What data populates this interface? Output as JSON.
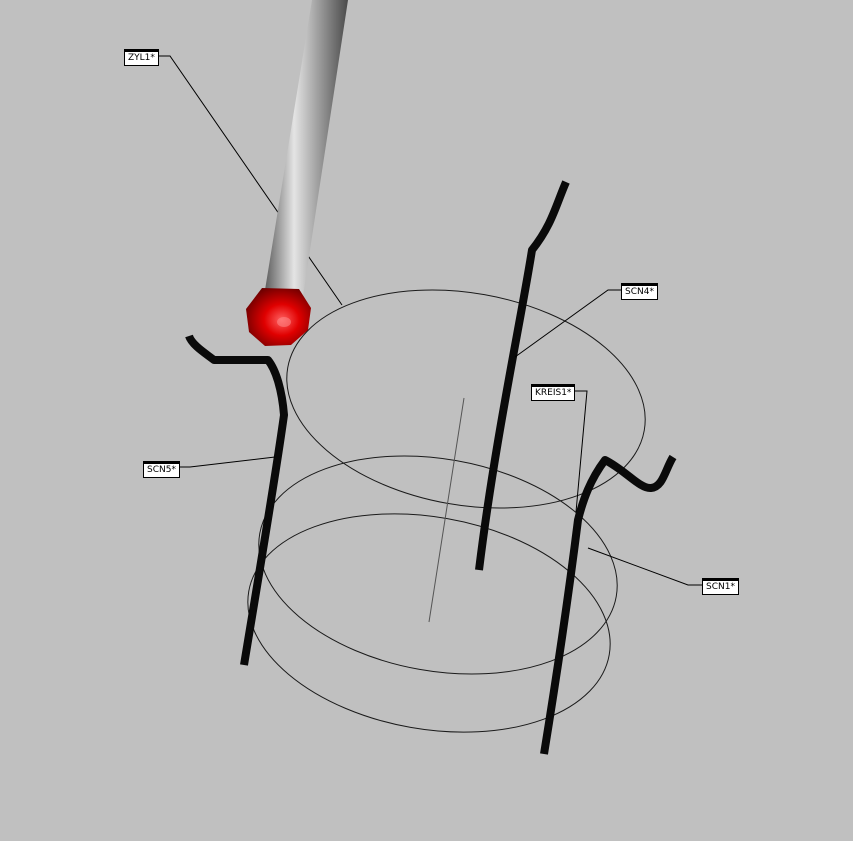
{
  "viewport": {
    "background": "#c0c0c0"
  },
  "elements": {
    "probe": {
      "name": "ZYL1*",
      "shaft_color": "#9a9a9a",
      "tip_color": "#e00000"
    },
    "scan_lines": [
      {
        "name": "SCN4*"
      },
      {
        "name": "SCN5*"
      },
      {
        "name": "SCN1*"
      }
    ],
    "circle": {
      "name": "KREIS1*"
    }
  },
  "labels": {
    "zyl1": "ZYL1*",
    "scn4": "SCN4*",
    "kreis1": "KREIS1*",
    "scn5": "SCN5*",
    "scn1": "SCN1*"
  }
}
